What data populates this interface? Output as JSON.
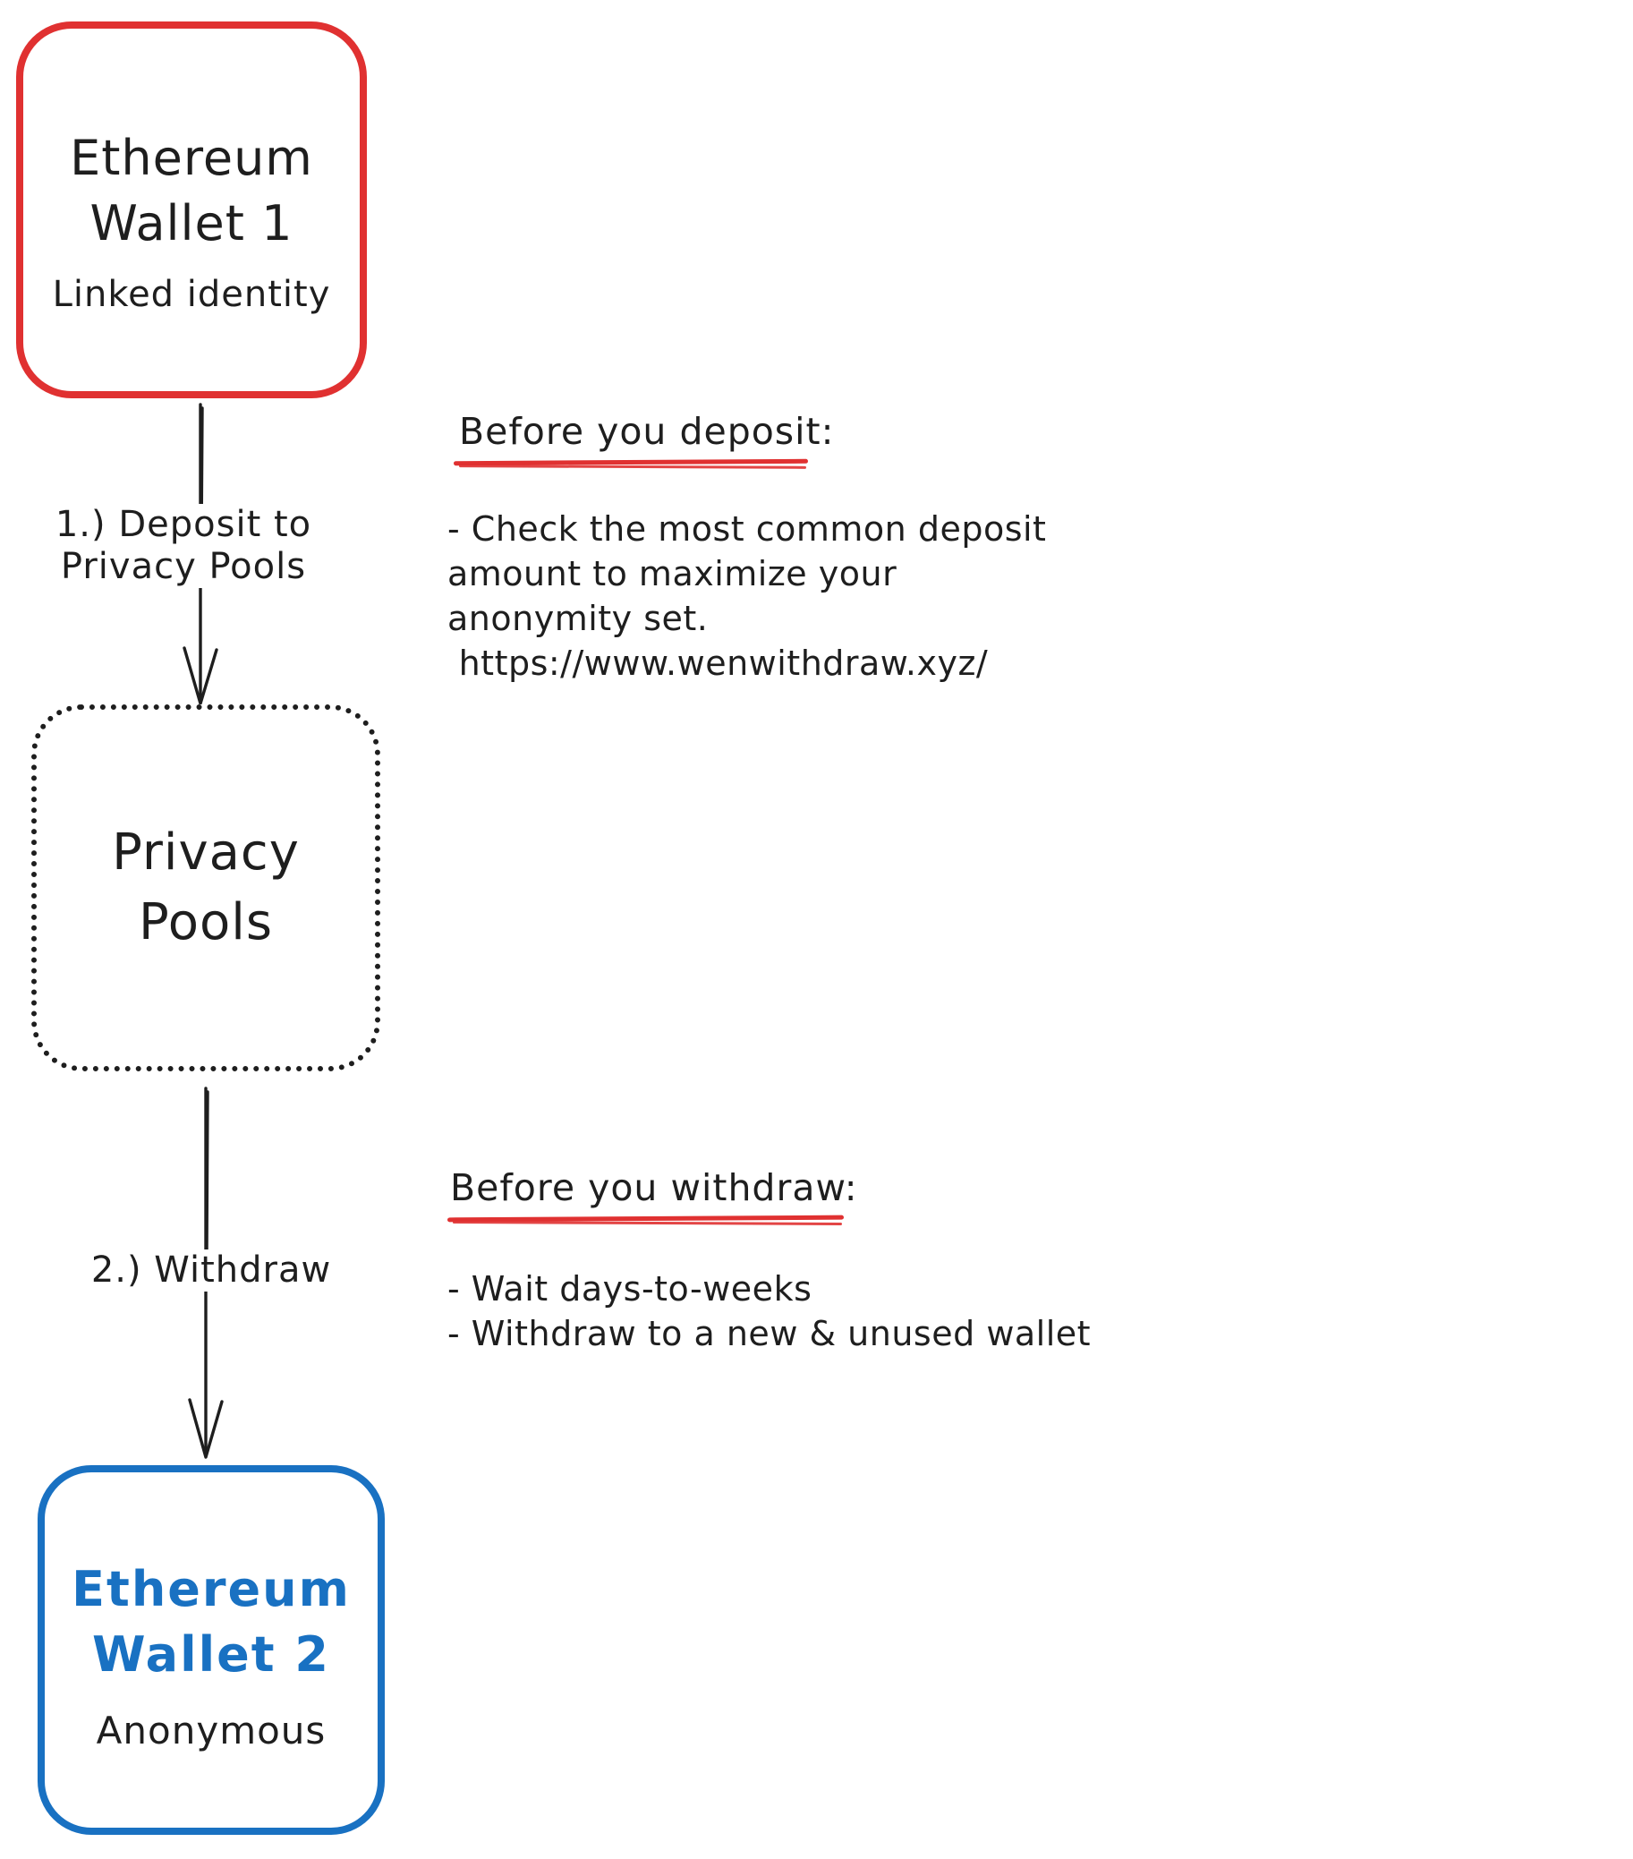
{
  "colors": {
    "wallet1_border": "#e03131",
    "wallet2_border": "#1971c2",
    "wallet2_title": "#1971c2",
    "ink": "#1e1e1e",
    "underline": "#e03131",
    "background": "#ffffff"
  },
  "nodes": {
    "wallet1": {
      "title_line1": "Ethereum",
      "title_line2": "Wallet 1",
      "subtitle": "Linked identity"
    },
    "privacy_pools": {
      "title_line1": "Privacy",
      "title_line2": "Pools"
    },
    "wallet2": {
      "title_line1": "Ethereum",
      "title_line2": "Wallet 2",
      "subtitle": "Anonymous"
    }
  },
  "arrows": {
    "deposit": {
      "label_line1": "1.) Deposit to",
      "label_line2": "Privacy Pools"
    },
    "withdraw": {
      "label": "2.) Withdraw"
    }
  },
  "notes": {
    "deposit": {
      "heading": "Before you deposit:",
      "lines": [
        "- Check the most common deposit",
        "amount to maximize your",
        "anonymity set.",
        " https://www.wenwithdraw.xyz/"
      ]
    },
    "withdraw": {
      "heading": "Before you withdraw:",
      "lines": [
        "- Wait days-to-weeks",
        "- Withdraw to a new & unused wallet"
      ]
    }
  }
}
